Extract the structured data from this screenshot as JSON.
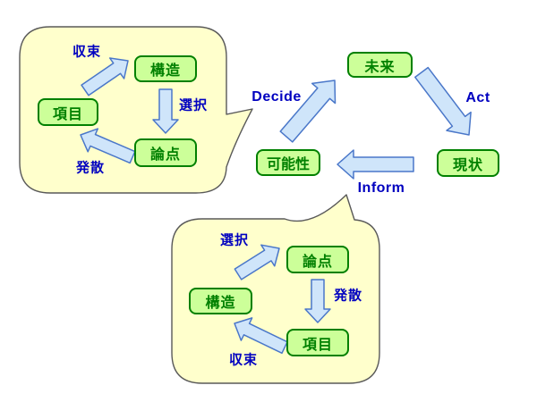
{
  "main_cycle": {
    "nodes": {
      "future": "未来",
      "possibility": "可能性",
      "current": "現状"
    },
    "labels": {
      "decide": "Decide",
      "act": "Act",
      "inform": "Inform"
    }
  },
  "top_bubble": {
    "nodes": {
      "structure": "構造",
      "items": "項目",
      "issues": "論点"
    },
    "labels": {
      "converge": "収束",
      "select": "選択",
      "diverge": "発散"
    }
  },
  "bottom_bubble": {
    "nodes": {
      "issues": "論点",
      "structure": "構造",
      "items": "項目"
    },
    "labels": {
      "select": "選択",
      "diverge": "発散",
      "converge": "収束"
    }
  },
  "colors": {
    "bubble_fill": "#FFFFCC",
    "bubble_border": "#595959",
    "node_fill": "#CCFF99",
    "node_border": "#008000",
    "node_text": "#008000",
    "label_text": "#0000C0",
    "arrow_fill": "#CFE5FA",
    "arrow_border": "#4A77C9"
  }
}
